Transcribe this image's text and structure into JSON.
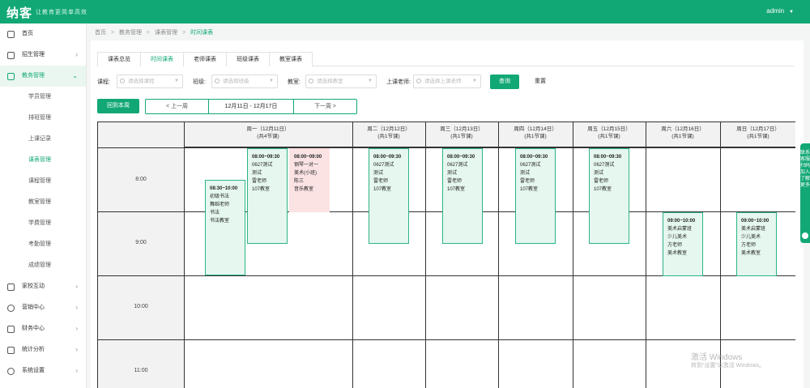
{
  "app": {
    "logo": "纳客",
    "slogan": "让教育更简单高效",
    "user": "admin"
  },
  "sidebar": {
    "items": [
      {
        "label": "首页"
      },
      {
        "label": "招生管理"
      },
      {
        "label": "教务管理"
      },
      {
        "label": "家校互动"
      },
      {
        "label": "营销中心"
      },
      {
        "label": "财务中心"
      },
      {
        "label": "统计分析"
      },
      {
        "label": "系统设置"
      }
    ],
    "sub_items": [
      {
        "label": "学员管理"
      },
      {
        "label": "排班管理"
      },
      {
        "label": "上课记录"
      },
      {
        "label": "课表管理"
      },
      {
        "label": "课程管理"
      },
      {
        "label": "教室管理"
      },
      {
        "label": "学费管理"
      },
      {
        "label": "考勤管理"
      },
      {
        "label": "成绩管理"
      }
    ]
  },
  "breadcrumb": [
    "首页",
    "教务管理",
    "课表管理",
    "时间课表"
  ],
  "tabs": [
    "课表总览",
    "时间课表",
    "老师课表",
    "班级课表",
    "教室课表"
  ],
  "filters": {
    "course_label": "课程:",
    "course_placeholder": "请选择课程",
    "class_label": "班级:",
    "class_placeholder": "请选择班级",
    "room_label": "教室:",
    "room_placeholder": "请选择教室",
    "teacher_label": "上课老师:",
    "teacher_placeholder": "请选择上课老师",
    "query": "查询",
    "reset": "重置"
  },
  "week": {
    "this_week": "回到本周",
    "prev": "< 上一周",
    "range": "12月11日 - 12月17日",
    "next": "下一周 >"
  },
  "days": [
    {
      "name": "周一（12月11日）",
      "count": "(共4节课)"
    },
    {
      "name": "周二（12月12日）",
      "count": "(共1节课)"
    },
    {
      "name": "周三（12月13日）",
      "count": "(共1节课)"
    },
    {
      "name": "周四（12月14日）",
      "count": "(共1节课)"
    },
    {
      "name": "周五（12月15日）",
      "count": "(共1节课)"
    },
    {
      "name": "周六（12月16日）",
      "count": "(共1节课)"
    },
    {
      "name": "周日（12月17日）",
      "count": "(共1节课)"
    }
  ],
  "times": [
    "8:00",
    "9:00",
    "10:00",
    "11:00"
  ],
  "lessons": {
    "mon_a": {
      "time": "08:30~10:00",
      "l1": "初级书法",
      "l2": "舞蹈老师",
      "l3": "书法",
      "l4": "书法教室"
    },
    "mon_b": {
      "time": "08:00~09:30",
      "l1": "0627测试",
      "l2": "测试",
      "l3": "雷老师",
      "l4": "107教室"
    },
    "mon_c": {
      "time": "08:00~09:00",
      "l1": "钢琴一对一",
      "l2": "美术(小班)",
      "l3": "陈三",
      "l4": "音乐教室"
    },
    "tue": {
      "time": "08:00~09:30",
      "l1": "0627测试",
      "l2": "测试",
      "l3": "雷老师",
      "l4": "107教室"
    },
    "wed": {
      "time": "08:00~09:30",
      "l1": "0627测试",
      "l2": "测试",
      "l3": "雷老师",
      "l4": "107教室"
    },
    "thu": {
      "time": "08:00~09:30",
      "l1": "0627测试",
      "l2": "测试",
      "l3": "雷老师",
      "l4": "107教室"
    },
    "fri": {
      "time": "08:00~09:30",
      "l1": "0627测试",
      "l2": "测试",
      "l3": "雷老师",
      "l4": "107教室"
    },
    "sat": {
      "time": "09:00~10:00",
      "l1": "美术启蒙班",
      "l2": "少儿美术",
      "l3": "方老师",
      "l4": "美术教室"
    },
    "sun": {
      "time": "09:00~10:00",
      "l1": "美术启蒙班",
      "l2": "少儿美术",
      "l3": "方老师",
      "l4": "美术教室"
    }
  },
  "float_tab": "联系客服 扫码加入 了解更多",
  "watermark": {
    "title": "激活 Windows",
    "sub": "转到“设置”以激活 Windows。"
  },
  "colors": {
    "primary": "#12a875",
    "card_bg": "#e6f7ef",
    "card_red": "#fbe3e3"
  }
}
